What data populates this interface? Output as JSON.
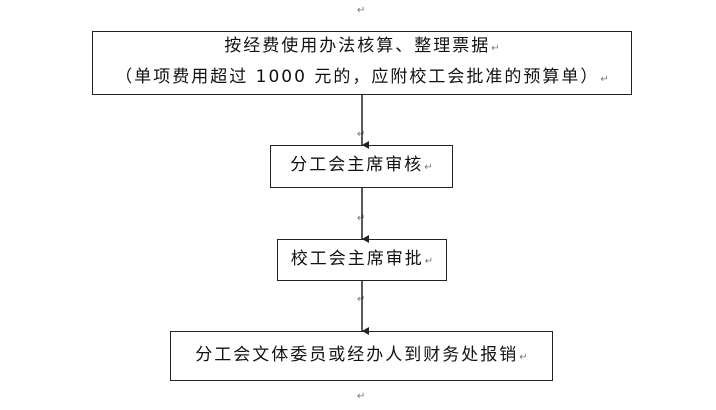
{
  "para_mark": "↵",
  "steps": [
    {
      "lines": [
        "按经费使用办法核算、整理票据",
        "（单项费用超过 1000 元的，应附校工会批准的预算单）"
      ]
    },
    {
      "lines": [
        "分工会主席审核"
      ]
    },
    {
      "lines": [
        "校工会主席审批"
      ]
    },
    {
      "lines": [
        "分工会文体委员或经办人到财务处报销"
      ]
    }
  ],
  "colors": {
    "border": "#222222",
    "arrow": "#222222",
    "mark": "#777777"
  }
}
